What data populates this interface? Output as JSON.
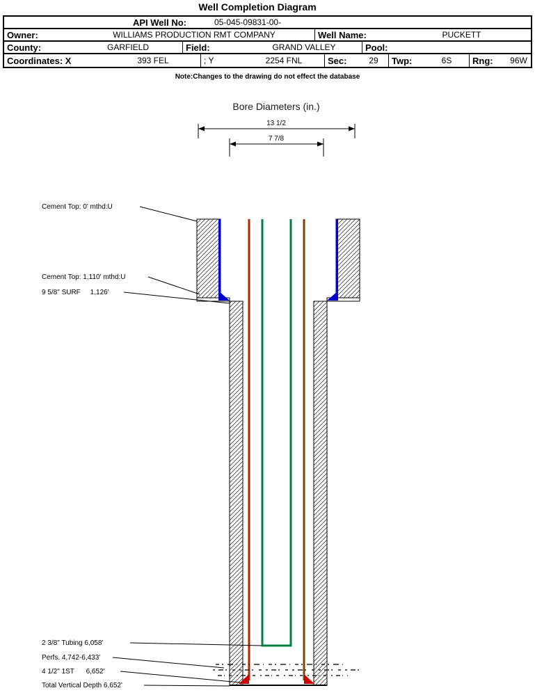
{
  "title": "Well Completion Diagram",
  "header": {
    "api": {
      "label": "API Well No:",
      "value": "05-045-09831-00-"
    },
    "owner": {
      "label": "Owner:",
      "value": "WILLIAMS PRODUCTION RMT COMPANY"
    },
    "well_name": {
      "label": "Well Name:",
      "value": "PUCKETT"
    },
    "county": {
      "label": "County:",
      "value": "GARFIELD"
    },
    "field": {
      "label": "Field:",
      "value": "GRAND VALLEY"
    },
    "pool": {
      "label": "Pool:",
      "value": ""
    },
    "coordinates": {
      "label": "Coordinates: X",
      "x_value": "393 FEL",
      "y_label": "; Y",
      "y_value": "2254 FNL"
    },
    "sec": {
      "label": "Sec:",
      "value": "29"
    },
    "twp": {
      "label": "Twp:",
      "value": "6S"
    },
    "rng": {
      "label": "Rng:",
      "value": "96W"
    }
  },
  "note": "Note:Changes to the drawing do not effect the database",
  "bore": {
    "title": "Bore Diameters (in.)",
    "outer_diameter": "13 1/2",
    "inner_diameter": "7 7/8"
  },
  "annotations": {
    "cement_top_surface": "Cement Top: 0' mthd:U",
    "cement_top_production": "Cement Top: 1,110' mthd:U",
    "surface_casing": "9 5/8\" SURF     1,126'",
    "tubing": "2 3/8\" Tubing 6,058'",
    "perforations": "Perfs. 4,742-6,433'",
    "production_casing": "4 1/2\" 1ST      6,652'",
    "total_depth": "Total Vertical Depth 6,652'"
  },
  "colors": {
    "surface_casing_cement": "#0000cc",
    "production_casing_left": "#bb2200",
    "production_casing_right": "#7f4400",
    "tubing": "#008040",
    "shoe": "#cc0000"
  }
}
